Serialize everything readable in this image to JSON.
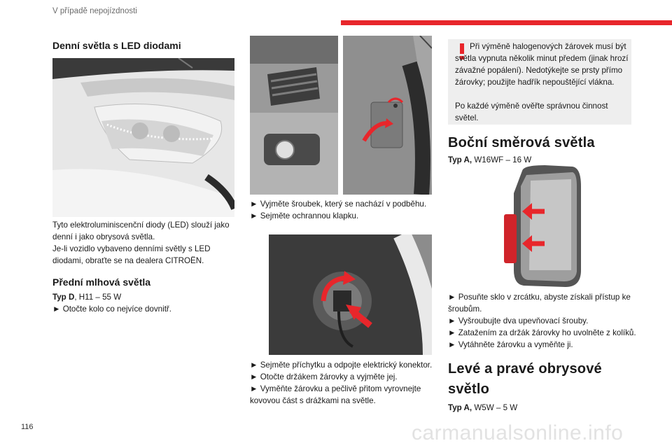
{
  "header": {
    "chapter": "V případě nepojízdnosti"
  },
  "page_number": "116",
  "footer_watermark": "carmanualsonline.info",
  "col1": {
    "heading_drl": "Denní světla s LED diodami",
    "drl_text_1": "Tyto elektroluminiscenční diody (LED) slouží jako denní i jako obrysová světla.",
    "drl_text_2": "Je-li vozidlo vybaveno denními světly s LED diodami, obraťte se na dealera CITROËN.",
    "heading_fog": "Přední mlhová světla",
    "fog_type_label": "Typ D",
    "fog_type_rest": ", H11 – 55 W",
    "fog_step_1": "► Otočte kolo co nejvíce dovnitř."
  },
  "col2": {
    "step_1": "► Vyjměte šroubek, který se nachází v podběhu.",
    "step_2": "► Sejměte ochrannou klapku.",
    "step_3": "► Sejměte příchytku a odpojte elektrický konektor.",
    "step_4": "► Otočte držákem žárovky a vyjměte jej.",
    "step_5": "► Vyměňte žárovku a pečlivě přitom vyrovnejte kovovou část s drážkami na světle."
  },
  "col3": {
    "warning_text_1": "Při výměně halogenových žárovek musí být světla vypnuta několik minut předem (jinak hrozí závažné popálení). Nedotýkejte se prsty přímo žárovky; použijte hadřík nepouštějící vlákna.",
    "warning_text_2": "Po každé výměně ověřte správnou činnost světel.",
    "heading_side": "Boční směrová světla",
    "side_type_label": "Typ A,",
    "side_type_rest": " W16WF – 16 W",
    "side_step_1": "► Posuňte sklo v zrcátku, abyste získali přístup ke šroubům.",
    "side_step_2": "► Vyšroubujte dva upevňovací šrouby.",
    "side_step_3": "► Zatažením za držák žárovky ho uvolněte z kolíků.",
    "side_step_4": "► Vytáhněte žárovku a vyměňte ji.",
    "heading_marker_1": "Levé a pravé obrysové",
    "heading_marker_2": "světlo",
    "marker_type_label": "Typ A,",
    "marker_type_rest": " W5W – 5 W"
  },
  "colors": {
    "accent": "#e8262b",
    "warning_bg": "#eeeeee"
  }
}
